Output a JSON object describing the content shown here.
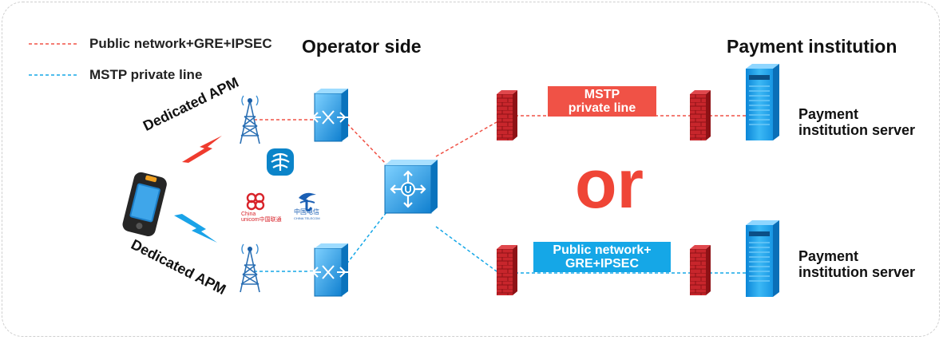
{
  "legend": {
    "items": [
      {
        "label": "Public network+GRE+IPSEC",
        "color": "#f05246"
      },
      {
        "label": "MSTP private line",
        "color": "#15a7e7"
      }
    ]
  },
  "headings": {
    "operator": "Operator side",
    "payment": "Payment institution"
  },
  "apm_labels": {
    "top": "Dedicated APM",
    "bottom": "Dedicated APM"
  },
  "links": {
    "top_box": [
      "MSTP",
      "private line"
    ],
    "bottom_box": [
      "Public network+",
      "GRE+IPSEC"
    ],
    "or_text": "or"
  },
  "servers": {
    "top": [
      "Payment",
      "institution server"
    ],
    "bottom": [
      "Payment",
      "institution server"
    ]
  },
  "logos": {
    "unicom": [
      "China",
      "unicom中国联通"
    ],
    "telecom": "中国电信",
    "telecom_sub": "CHINA TELECOM"
  },
  "colors": {
    "red_line": "#f05246",
    "blue_line": "#15a7e7",
    "firewall": "#c9252b",
    "device_blue": "#1e9fe3"
  },
  "icons": [
    "cell-tower-icon",
    "router-icon",
    "switch-icon",
    "firewall-icon",
    "server-icon",
    "pos-terminal-icon",
    "lightning-icon",
    "china-mobile-logo",
    "china-unicom-logo",
    "china-telecom-logo"
  ]
}
